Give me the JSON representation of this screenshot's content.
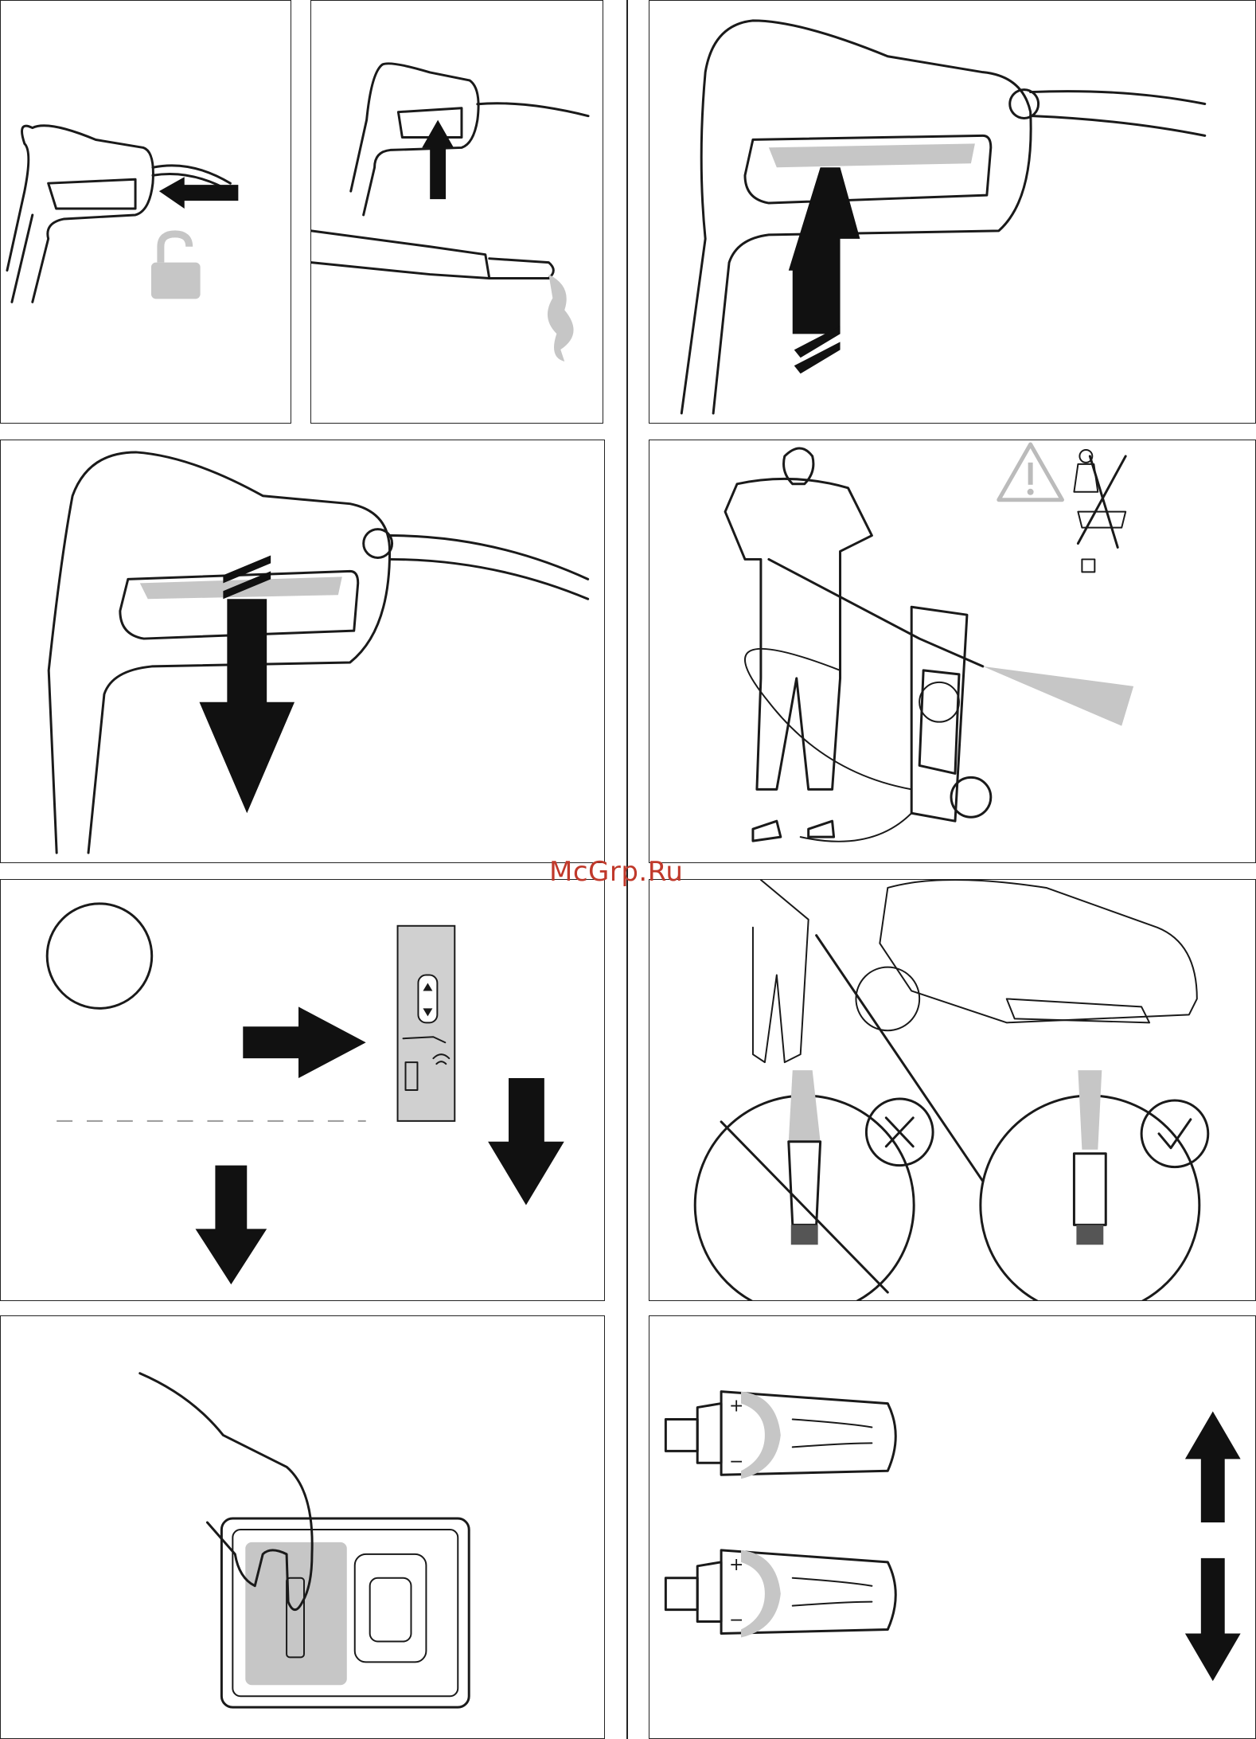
{
  "watermark": {
    "text": "McGrp.Ru",
    "color": "#c0392b"
  },
  "panels": [
    {
      "id": "unlock-trigger",
      "icons": [
        "spray-gun-handle",
        "arrow-left-icon",
        "unlock-icon"
      ]
    },
    {
      "id": "release-trigger",
      "icons": [
        "spray-gun-handle",
        "arrow-up-icon",
        "spray-lance-icon"
      ]
    },
    {
      "id": "pull-trigger",
      "icons": [
        "spray-gun-handle",
        "arrow-up-icon"
      ]
    },
    {
      "id": "release-trigger-large",
      "icons": [
        "spray-gun-handle",
        "arrow-down-icon"
      ]
    },
    {
      "id": "operator-spraying",
      "icons": [
        "warning-triangle-icon",
        "no-people-animals-icon",
        "operator-figure",
        "pressure-washer"
      ]
    },
    {
      "id": "control-panel",
      "icons": [
        "circle-icon",
        "arrow-right-icon",
        "arrow-down-icon",
        "control-strip"
      ]
    },
    {
      "id": "car-cleaning",
      "icons": [
        "car",
        "rotary-nozzle-forbidden-icon",
        "flat-nozzle-allowed-icon",
        "cross-mark-icon",
        "check-mark-icon"
      ]
    },
    {
      "id": "press-button",
      "icons": [
        "hand-icon",
        "control-panel-button"
      ]
    },
    {
      "id": "nozzle-adjust",
      "icons": [
        "nozzle-plus-icon",
        "nozzle-minus-icon",
        "arrow-up-icon",
        "arrow-down-icon"
      ]
    }
  ],
  "nozzle_marks": {
    "plus": "+",
    "minus": "−"
  },
  "colors": {
    "line": "#1a1a1a",
    "fill_gray": "#c6c6c6",
    "arrow_black": "#111111",
    "background": "#ffffff"
  }
}
